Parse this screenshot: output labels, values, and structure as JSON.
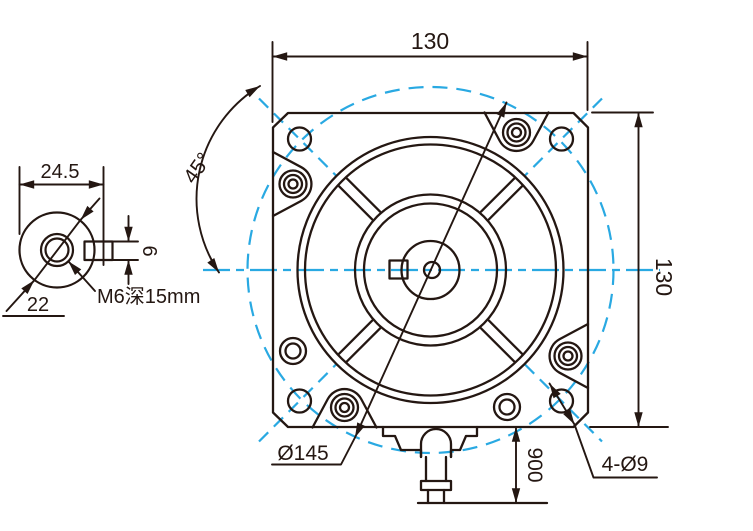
{
  "drawing": {
    "background_color": "#ffffff",
    "line_color": "#241712",
    "centerline_color": "#29a9e2",
    "main_view": {
      "top_width_dim": "130",
      "right_height_dim": "130",
      "angle_dim": "45°",
      "bolt_circle_dim": "Ø145",
      "bolt_holes_dim": "4-Ø9",
      "lead_length_dim": "900"
    },
    "detail_view": {
      "overall_width_dim": "24.5",
      "shaft_diameter_dim": "22",
      "thread_label": "M6深15mm",
      "key_height_dim": "6"
    }
  }
}
